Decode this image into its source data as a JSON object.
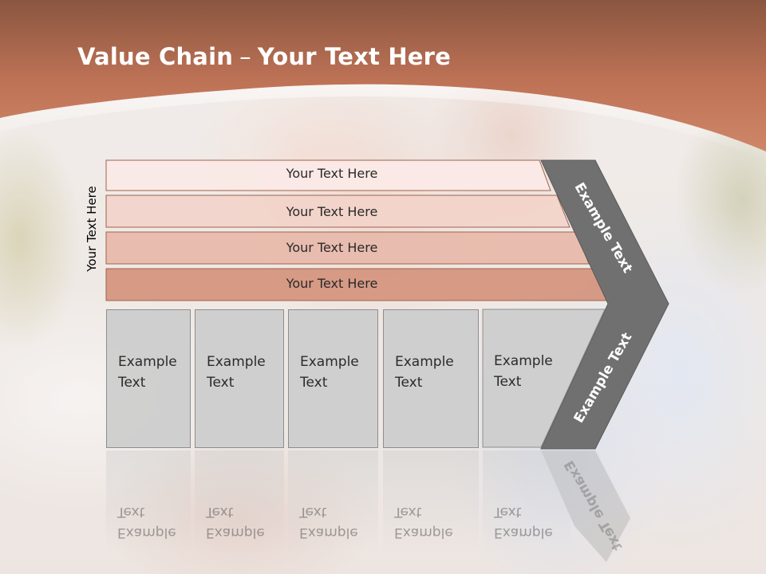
{
  "slide": {
    "title_bold": "Value Chain",
    "title_separator": "–",
    "title_rest": "Your Text Here",
    "side_label": "Your Text Here",
    "bands": [
      {
        "label": "Your Text Here"
      },
      {
        "label": "Your Text Here"
      },
      {
        "label": "Your Text Here"
      },
      {
        "label": "Your Text Here"
      }
    ],
    "boxes": [
      {
        "line1": "Example",
        "line2": "Text"
      },
      {
        "line1": "Example",
        "line2": "Text"
      },
      {
        "line1": "Example",
        "line2": "Text"
      },
      {
        "line1": "Example",
        "line2": "Text"
      },
      {
        "line1": "Example",
        "line2": "Text"
      }
    ],
    "chevron_upper_label": "Example Text",
    "chevron_lower_label": "Example Text"
  },
  "colors": {
    "header": "#c07558",
    "band_1": "#fbeae6",
    "band_2": "#f2d3c9",
    "band_3": "#e7b9aa",
    "band_4": "#d4967f",
    "box_fill": "#cdcdcd",
    "chevron": "#707070"
  }
}
